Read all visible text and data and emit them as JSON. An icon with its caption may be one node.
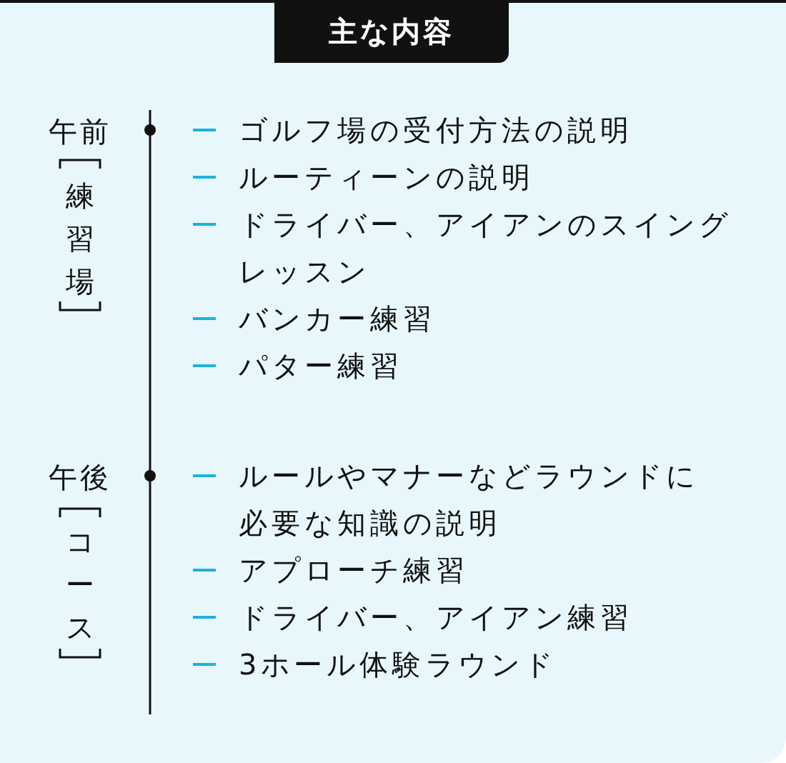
{
  "diagram": {
    "title": "主な内容",
    "labels": [
      "午前",
      "練習場",
      "ゴルフ場の受付方法の説明",
      "ルーティーンの説明",
      "ドライバー、アイアンのスイングレッスン",
      "バンカー練習",
      "パター練習",
      "午後",
      "コース",
      "ルールやマナーなどラウンドに必要な知識の説明",
      "アプローチ練習",
      "ドライバー、アイアン練習",
      "3ホール体験ラウンド"
    ]
  }
}
